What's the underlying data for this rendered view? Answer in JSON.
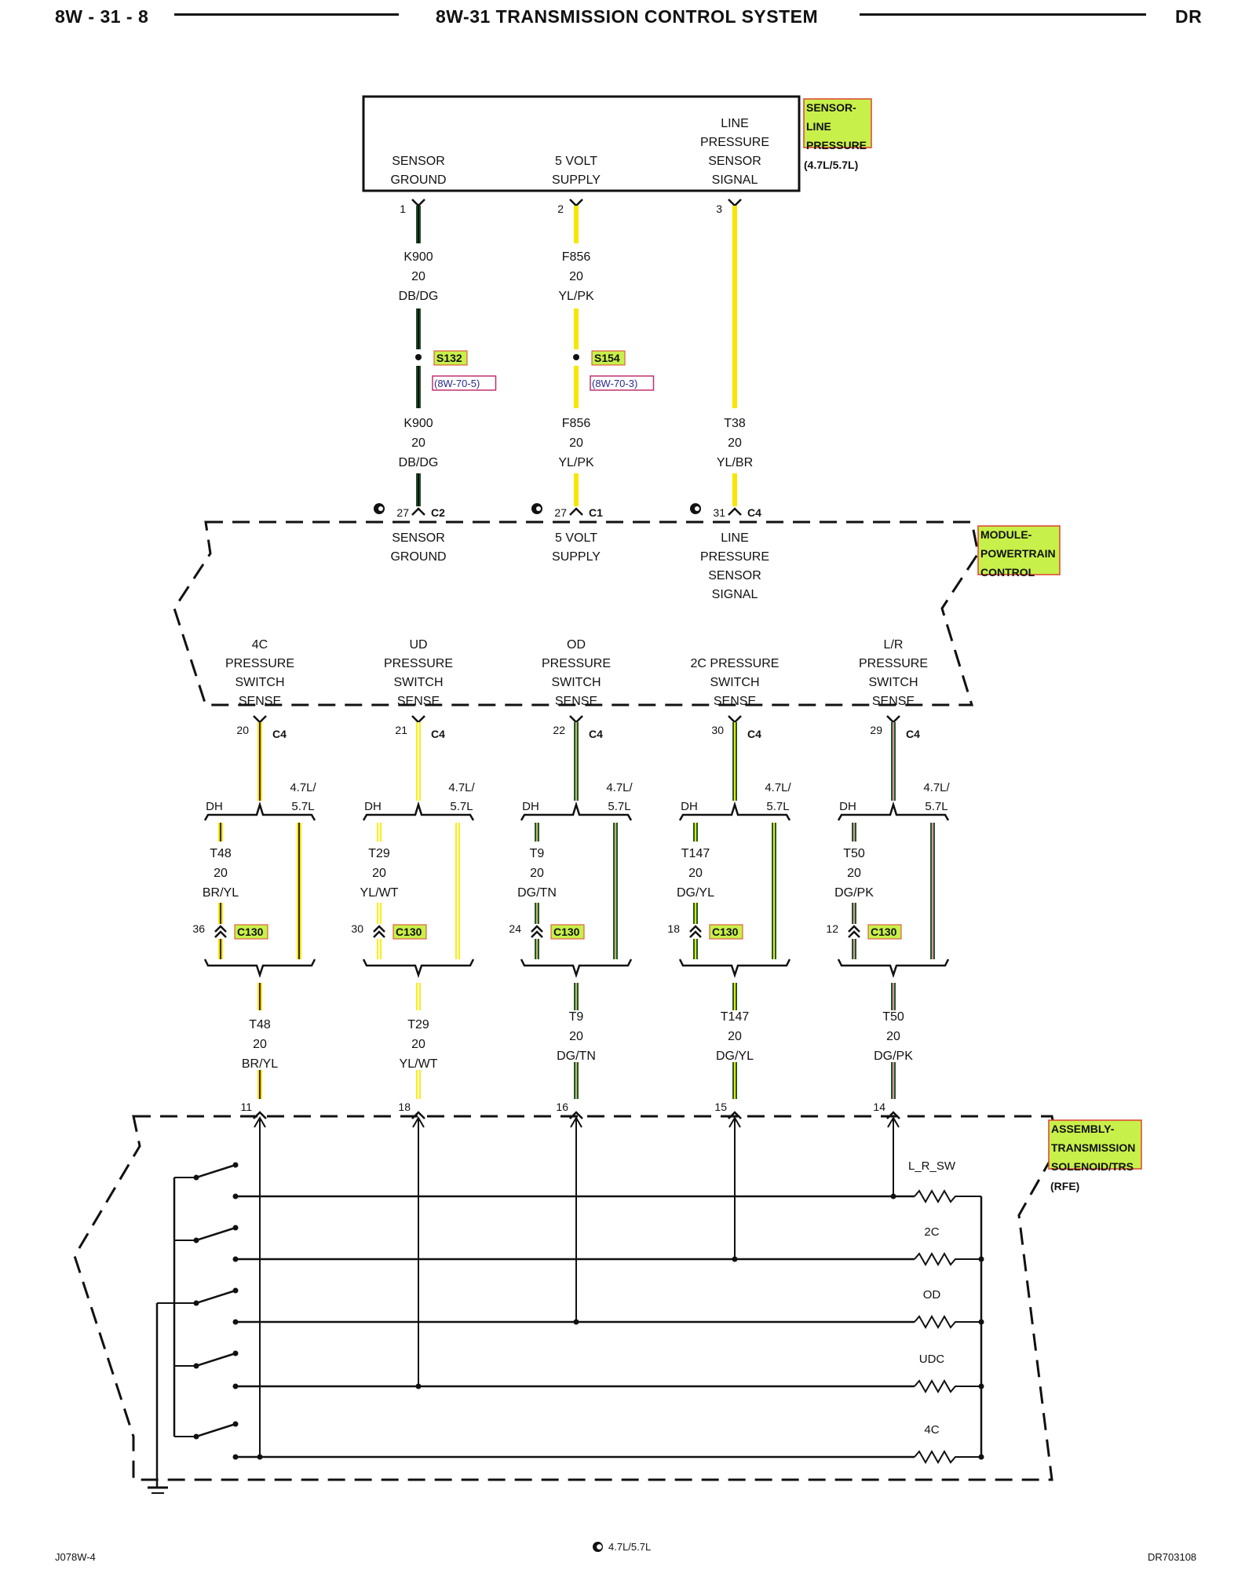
{
  "header": {
    "page_number": "8W - 31 - 8",
    "title": "8W-31 TRANSMISSION CONTROL SYSTEM",
    "vehicle_code": "DR"
  },
  "sensor": {
    "name_lines": [
      "SENSOR-",
      "LINE",
      "PRESSURE"
    ],
    "note": "(4.7L/5.7L)",
    "pins": [
      {
        "pin": "1",
        "label": [
          "SENSOR",
          "GROUND"
        ],
        "color": "#1e4d2b"
      },
      {
        "pin": "2",
        "label": [
          "5 VOLT",
          "SUPPLY"
        ],
        "color": "#f7e600"
      },
      {
        "pin": "3",
        "label": [
          "LINE",
          "PRESSURE",
          "SENSOR",
          "SIGNAL"
        ],
        "color": "#f7e600"
      }
    ]
  },
  "upper_wires": [
    {
      "top": [
        "K900",
        "20",
        "DB/DG"
      ],
      "bottom": [
        "K900",
        "20",
        "DB/DG"
      ],
      "splice": "S132",
      "splice_ref": "(8W-70-5)",
      "color": "#1e4d2b",
      "stripe": "#0b0b0b"
    },
    {
      "top": [
        "F856",
        "20",
        "YL/PK"
      ],
      "bottom": [
        "F856",
        "20",
        "YL/PK"
      ],
      "splice": "S154",
      "splice_ref": "(8W-70-3)",
      "color": "#f7e600",
      "stripe": "#f7e600"
    },
    {
      "top": [],
      "bottom": [
        "T38",
        "20",
        "YL/BR"
      ],
      "splice": "",
      "splice_ref": "",
      "color": "#f7e600",
      "stripe": "#f7e600"
    }
  ],
  "pcm": {
    "name_lines": [
      "MODULE-",
      "POWERTRAIN",
      "CONTROL"
    ],
    "top_pins": [
      {
        "pin": "27",
        "connector": "C2",
        "label": [
          "SENSOR",
          "GROUND"
        ]
      },
      {
        "pin": "27",
        "connector": "C1",
        "label": [
          "5 VOLT",
          "SUPPLY"
        ]
      },
      {
        "pin": "31",
        "connector": "C4",
        "label": [
          "LINE",
          "PRESSURE",
          "SENSOR",
          "SIGNAL"
        ]
      }
    ],
    "bottom_labels": [
      [
        "4C",
        "PRESSURE",
        "SWITCH",
        "SENSE"
      ],
      [
        "UD",
        "PRESSURE",
        "SWITCH",
        "SENSE"
      ],
      [
        "OD",
        "PRESSURE",
        "SWITCH",
        "SENSE"
      ],
      [
        "2C PRESSURE",
        "SWITCH",
        "SENSE"
      ],
      [
        "L/R",
        "PRESSURE",
        "SWITCH",
        "SENSE"
      ]
    ]
  },
  "branch_labels": {
    "left": "DH",
    "right": [
      "4.7L/",
      "5.7L"
    ]
  },
  "lower_circuits": [
    {
      "pcm_pin": "20",
      "pcm_conn": "C4",
      "wire": [
        "T48",
        "20",
        "BR/YL"
      ],
      "c130_pin": "36",
      "c130": "C130",
      "wire2": [
        "T48",
        "20",
        "BR/YL"
      ],
      "tcm_pin": "11",
      "color": "#f7e600",
      "stripe": "#3a2a10"
    },
    {
      "pcm_pin": "21",
      "pcm_conn": "C4",
      "wire": [
        "T29",
        "20",
        "YL/WT"
      ],
      "c130_pin": "30",
      "c130": "C130",
      "wire2": [
        "T29",
        "20",
        "YL/WT"
      ],
      "tcm_pin": "18",
      "color": "#f7ef1a",
      "stripe": "#fffbe0"
    },
    {
      "pcm_pin": "22",
      "pcm_conn": "C4",
      "wire": [
        "T9",
        "20",
        "DG/TN"
      ],
      "c130_pin": "24",
      "c130": "C130",
      "wire2": [
        "T9",
        "20",
        "DG/TN"
      ],
      "tcm_pin": "16",
      "color": "#1e5a2a",
      "stripe": "#c8b070"
    },
    {
      "pcm_pin": "30",
      "pcm_conn": "C4",
      "wire": [
        "T147",
        "20",
        "DG/YL"
      ],
      "c130_pin": "18",
      "c130": "C130",
      "wire2": [
        "T147",
        "20",
        "DG/YL"
      ],
      "tcm_pin": "15",
      "color": "#1e5a2a",
      "stripe": "#f7e600"
    },
    {
      "pcm_pin": "29",
      "pcm_conn": "C4",
      "wire": [
        "T50",
        "20",
        "DG/PK"
      ],
      "c130_pin": "12",
      "c130": "C130",
      "wire2": [
        "T50",
        "20",
        "DG/PK"
      ],
      "tcm_pin": "14",
      "color": "#1e5a2a",
      "stripe": "#e88aa0"
    }
  ],
  "solenoid": {
    "name_lines": [
      "ASSEMBLY-",
      "TRANSMISSION",
      "SOLENOID/TRS"
    ],
    "note": "(RFE)",
    "resistors": [
      "L_R_SW",
      "2C",
      "OD",
      "UDC",
      "4C"
    ]
  },
  "footer": {
    "left": "J078W-4",
    "center": "4.7L/5.7L",
    "right": "DR703108"
  },
  "colors": {
    "label_bg": "#c8f04a",
    "label_border": "#e04030",
    "ref_border": "#c03070",
    "ref_text": "#2a2a8a"
  }
}
